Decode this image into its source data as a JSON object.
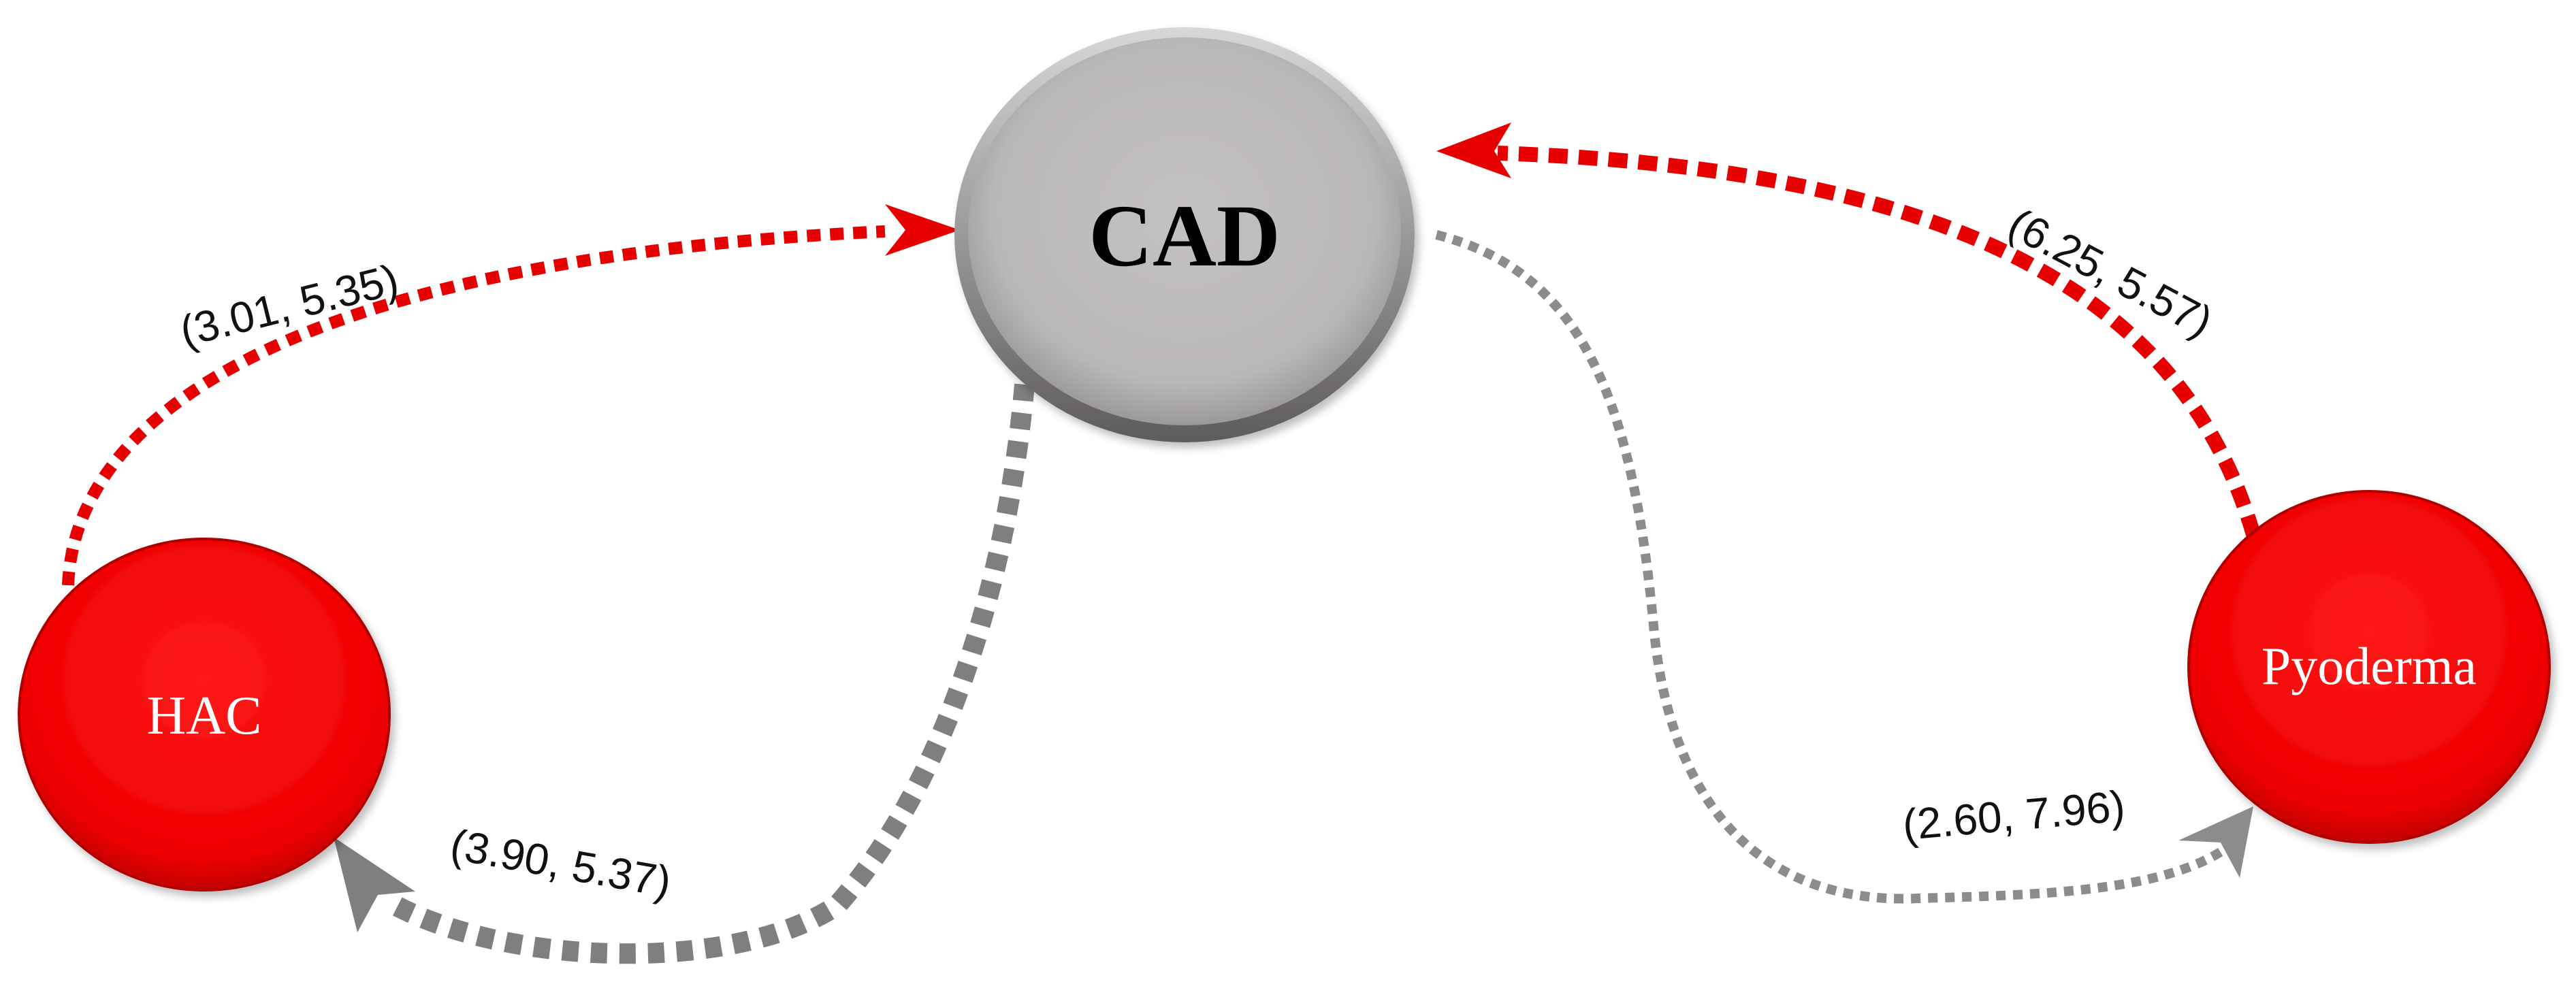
{
  "nodes": {
    "cad": {
      "label": "CAD",
      "fill": "#bdbaba",
      "stroke": "#7a7777"
    },
    "hac": {
      "label": "HAC",
      "fill": "#ee0000",
      "stroke": "#b00000"
    },
    "pyoderma": {
      "label": "Pyoderma",
      "fill": "#ee0000",
      "stroke": "#b00000"
    }
  },
  "edges": {
    "hac_to_cad": {
      "label": "(3.01, 5.35)",
      "color": "#e60000"
    },
    "pyoderma_to_cad": {
      "label": "(6.25, 5.57)",
      "color": "#e60000"
    },
    "cad_to_hac": {
      "label": "(3.90, 5.37)",
      "color": "#7f7f7f"
    },
    "cad_to_pyoderma": {
      "label": "(2.60, 7.96)",
      "color": "#8c8c8c"
    }
  }
}
